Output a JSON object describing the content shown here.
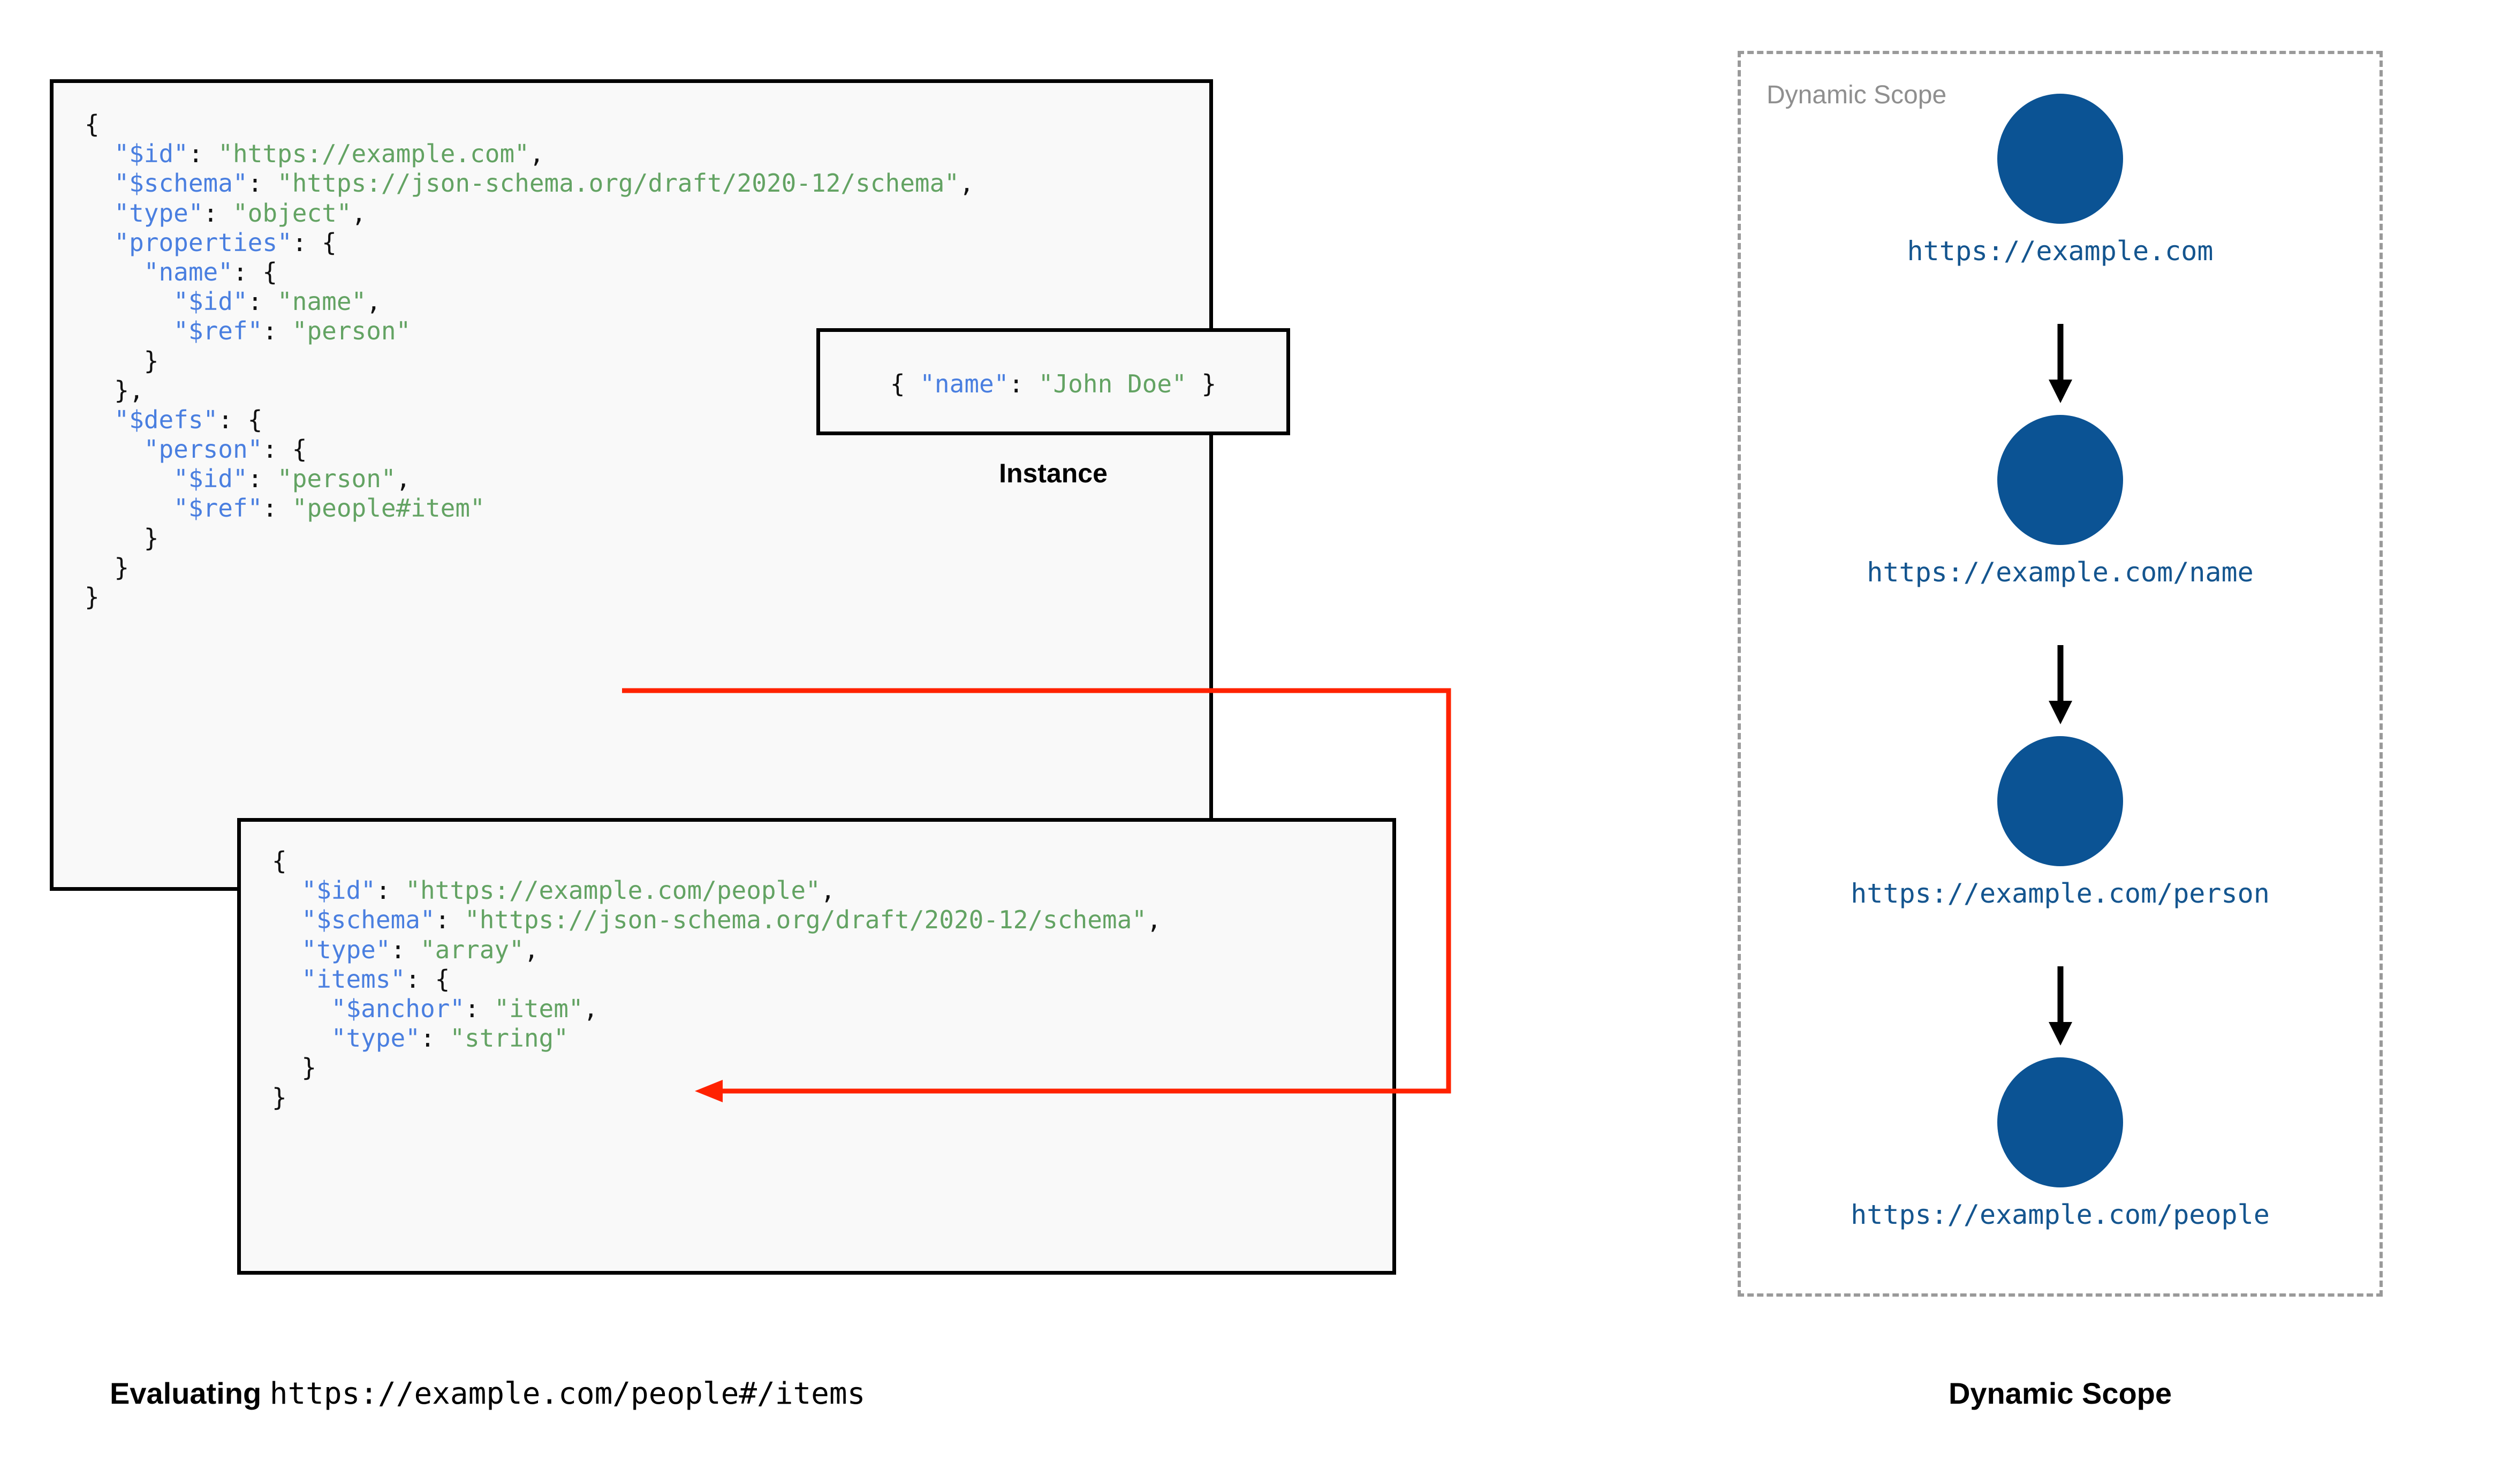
{
  "schema_root": {
    "title": "root-schema",
    "lines": [
      [
        {
          "t": "{",
          "c": "p"
        }
      ],
      [
        {
          "t": "  ",
          "c": "p"
        },
        {
          "t": "\"$id\"",
          "c": "k"
        },
        {
          "t": ": ",
          "c": "p"
        },
        {
          "t": "\"https://example.com\"",
          "c": "v"
        },
        {
          "t": ",",
          "c": "p"
        }
      ],
      [
        {
          "t": "  ",
          "c": "p"
        },
        {
          "t": "\"$schema\"",
          "c": "k"
        },
        {
          "t": ": ",
          "c": "p"
        },
        {
          "t": "\"https://json-schema.org/draft/2020-12/schema\"",
          "c": "v"
        },
        {
          "t": ",",
          "c": "p"
        }
      ],
      [
        {
          "t": "  ",
          "c": "p"
        },
        {
          "t": "\"type\"",
          "c": "k"
        },
        {
          "t": ": ",
          "c": "p"
        },
        {
          "t": "\"object\"",
          "c": "v"
        },
        {
          "t": ",",
          "c": "p"
        }
      ],
      [
        {
          "t": "  ",
          "c": "p"
        },
        {
          "t": "\"properties\"",
          "c": "k"
        },
        {
          "t": ": {",
          "c": "p"
        }
      ],
      [
        {
          "t": "    ",
          "c": "p"
        },
        {
          "t": "\"name\"",
          "c": "k"
        },
        {
          "t": ": {",
          "c": "p"
        }
      ],
      [
        {
          "t": "      ",
          "c": "p"
        },
        {
          "t": "\"$id\"",
          "c": "k"
        },
        {
          "t": ": ",
          "c": "p"
        },
        {
          "t": "\"name\"",
          "c": "v"
        },
        {
          "t": ",",
          "c": "p"
        }
      ],
      [
        {
          "t": "      ",
          "c": "p"
        },
        {
          "t": "\"$ref\"",
          "c": "k"
        },
        {
          "t": ": ",
          "c": "p"
        },
        {
          "t": "\"person\"",
          "c": "v"
        }
      ],
      [
        {
          "t": "    }",
          "c": "p"
        }
      ],
      [
        {
          "t": "  },",
          "c": "p"
        }
      ],
      [
        {
          "t": "  ",
          "c": "p"
        },
        {
          "t": "\"$defs\"",
          "c": "k"
        },
        {
          "t": ": {",
          "c": "p"
        }
      ],
      [
        {
          "t": "    ",
          "c": "p"
        },
        {
          "t": "\"person\"",
          "c": "k"
        },
        {
          "t": ": {",
          "c": "p"
        }
      ],
      [
        {
          "t": "      ",
          "c": "p"
        },
        {
          "t": "\"$id\"",
          "c": "k"
        },
        {
          "t": ": ",
          "c": "p"
        },
        {
          "t": "\"person\"",
          "c": "v"
        },
        {
          "t": ",",
          "c": "p"
        }
      ],
      [
        {
          "t": "      ",
          "c": "p"
        },
        {
          "t": "\"$ref\"",
          "c": "k"
        },
        {
          "t": ": ",
          "c": "p"
        },
        {
          "t": "\"people#item\"",
          "c": "v"
        }
      ],
      [
        {
          "t": "    }",
          "c": "p"
        }
      ],
      [
        {
          "t": "  }",
          "c": "p"
        }
      ],
      [
        {
          "t": "}",
          "c": "p"
        }
      ]
    ]
  },
  "instance": {
    "caption": "Instance",
    "lines": [
      [
        {
          "t": "{ ",
          "c": "p"
        },
        {
          "t": "\"name\"",
          "c": "k"
        },
        {
          "t": ": ",
          "c": "p"
        },
        {
          "t": "\"John Doe\"",
          "c": "v"
        },
        {
          "t": " }",
          "c": "p"
        }
      ]
    ]
  },
  "people_schema": {
    "title": "people-schema",
    "lines": [
      [
        {
          "t": "{",
          "c": "p"
        }
      ],
      [
        {
          "t": "  ",
          "c": "p"
        },
        {
          "t": "\"$id\"",
          "c": "k"
        },
        {
          "t": ": ",
          "c": "p"
        },
        {
          "t": "\"https://example.com/people\"",
          "c": "v"
        },
        {
          "t": ",",
          "c": "p"
        }
      ],
      [
        {
          "t": "  ",
          "c": "p"
        },
        {
          "t": "\"$schema\"",
          "c": "k"
        },
        {
          "t": ": ",
          "c": "p"
        },
        {
          "t": "\"https://json-schema.org/draft/2020-12/schema\"",
          "c": "v"
        },
        {
          "t": ",",
          "c": "p"
        }
      ],
      [
        {
          "t": "  ",
          "c": "p"
        },
        {
          "t": "\"type\"",
          "c": "k"
        },
        {
          "t": ": ",
          "c": "p"
        },
        {
          "t": "\"array\"",
          "c": "v"
        },
        {
          "t": ",",
          "c": "p"
        }
      ],
      [
        {
          "t": "  ",
          "c": "p"
        },
        {
          "t": "\"items\"",
          "c": "k"
        },
        {
          "t": ": {",
          "c": "p"
        }
      ],
      [
        {
          "t": "    ",
          "c": "p"
        },
        {
          "t": "\"$anchor\"",
          "c": "k"
        },
        {
          "t": ": ",
          "c": "p"
        },
        {
          "t": "\"item\"",
          "c": "v"
        },
        {
          "t": ",",
          "c": "p"
        }
      ],
      [
        {
          "t": "    ",
          "c": "p"
        },
        {
          "t": "\"type\"",
          "c": "k"
        },
        {
          "t": ": ",
          "c": "p"
        },
        {
          "t": "\"string\"",
          "c": "v"
        }
      ],
      [
        {
          "t": "  }",
          "c": "p"
        }
      ],
      [
        {
          "t": "}",
          "c": "p"
        }
      ]
    ]
  },
  "dynamic_scope": {
    "panel_label": "Dynamic Scope",
    "caption": "Dynamic Scope",
    "nodes": [
      {
        "url": "https://example.com"
      },
      {
        "url": "https://example.com/name"
      },
      {
        "url": "https://example.com/person"
      },
      {
        "url": "https://example.com/people"
      }
    ]
  },
  "evaluating_caption": {
    "label": "Evaluating ",
    "url": "https://example.com/people#/items"
  },
  "colors": {
    "key": "#4a7fe0",
    "value": "#63a363",
    "node_fill": "#0b5394",
    "node_url_text": "#14558f",
    "ref_link": "#ff2200",
    "scope_border": "#9a9a9a",
    "scope_label": "#8f8f8f",
    "box_border": "#000000",
    "box_background": "#f9f9f9"
  }
}
